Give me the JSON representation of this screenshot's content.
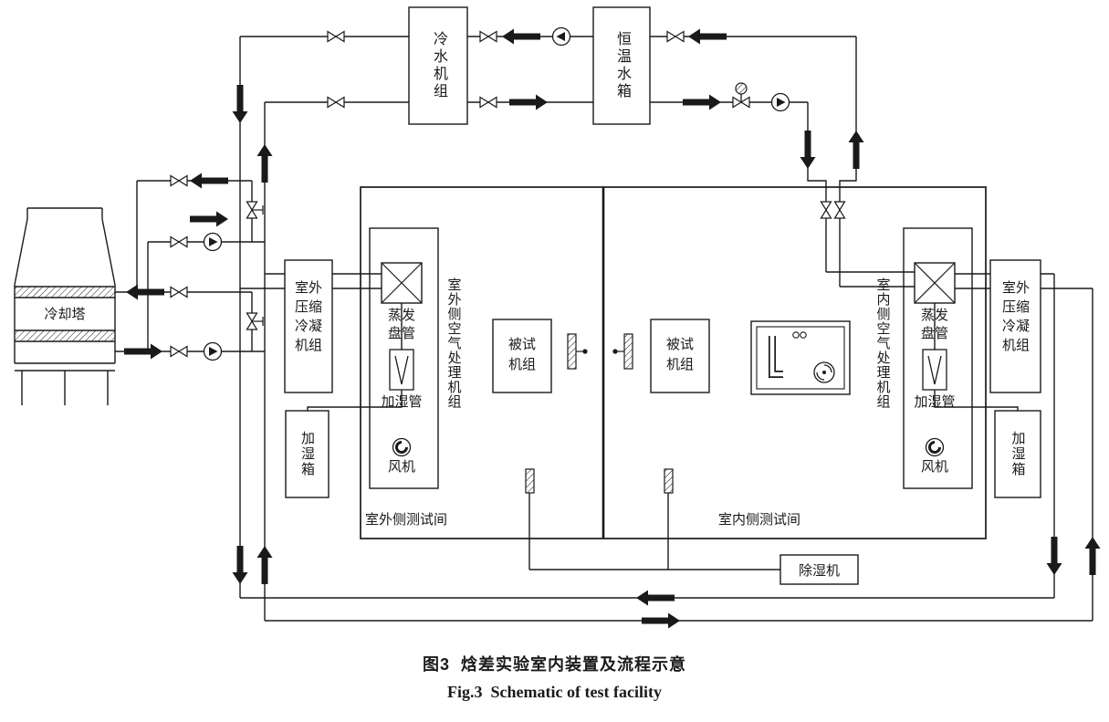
{
  "figure": {
    "caption_cn": "图3  焓差实验室内装置及流程示意",
    "caption_en": "Fig.3  Schematic of test facility"
  },
  "components": {
    "chiller": "冷水机组",
    "thermostatic_tank": "恒温水箱",
    "cooling_tower": "冷却塔",
    "left_condensing_unit": "室外压缩冷凝机组",
    "right_condensing_unit": "室外压缩冷凝机组",
    "left_ahu": "室外侧空气处理机组",
    "right_ahu": "室内侧空气处理机组",
    "left_evaporator_coil": "蒸发盘管",
    "right_evaporator_coil": "蒸发盘管",
    "left_humidifier_pipe": "加湿管",
    "right_humidifier_pipe": "加湿管",
    "left_fan": "风机",
    "right_fan": "风机",
    "left_humidifier_box": "加湿箱",
    "right_humidifier_box": "加湿箱",
    "left_test_unit": "被试机组",
    "right_test_unit": "被试机组",
    "left_room": "室外侧测试间",
    "right_room": "室内侧测试间",
    "dehumidifier": "除湿机"
  },
  "colors": {
    "ink": "#1a1a1a",
    "background": "#ffffff"
  }
}
